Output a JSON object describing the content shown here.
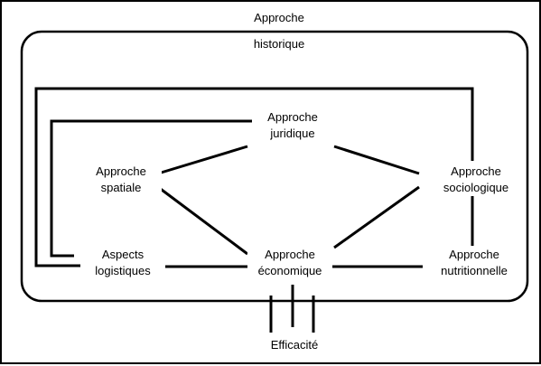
{
  "outer_label": "Approche",
  "group_label": "historique",
  "nodes": {
    "juridique": [
      "Approche",
      "juridique"
    ],
    "spatiale": [
      "Approche",
      "spatiale"
    ],
    "sociologique": [
      "Approche",
      "sociologique"
    ],
    "logistiques": [
      "Aspects",
      "logistiques"
    ],
    "economique": [
      "Approche",
      "économique"
    ],
    "nutritionnelle": [
      "Approche",
      "nutritionnelle"
    ]
  },
  "footer_label": "Efficacité"
}
